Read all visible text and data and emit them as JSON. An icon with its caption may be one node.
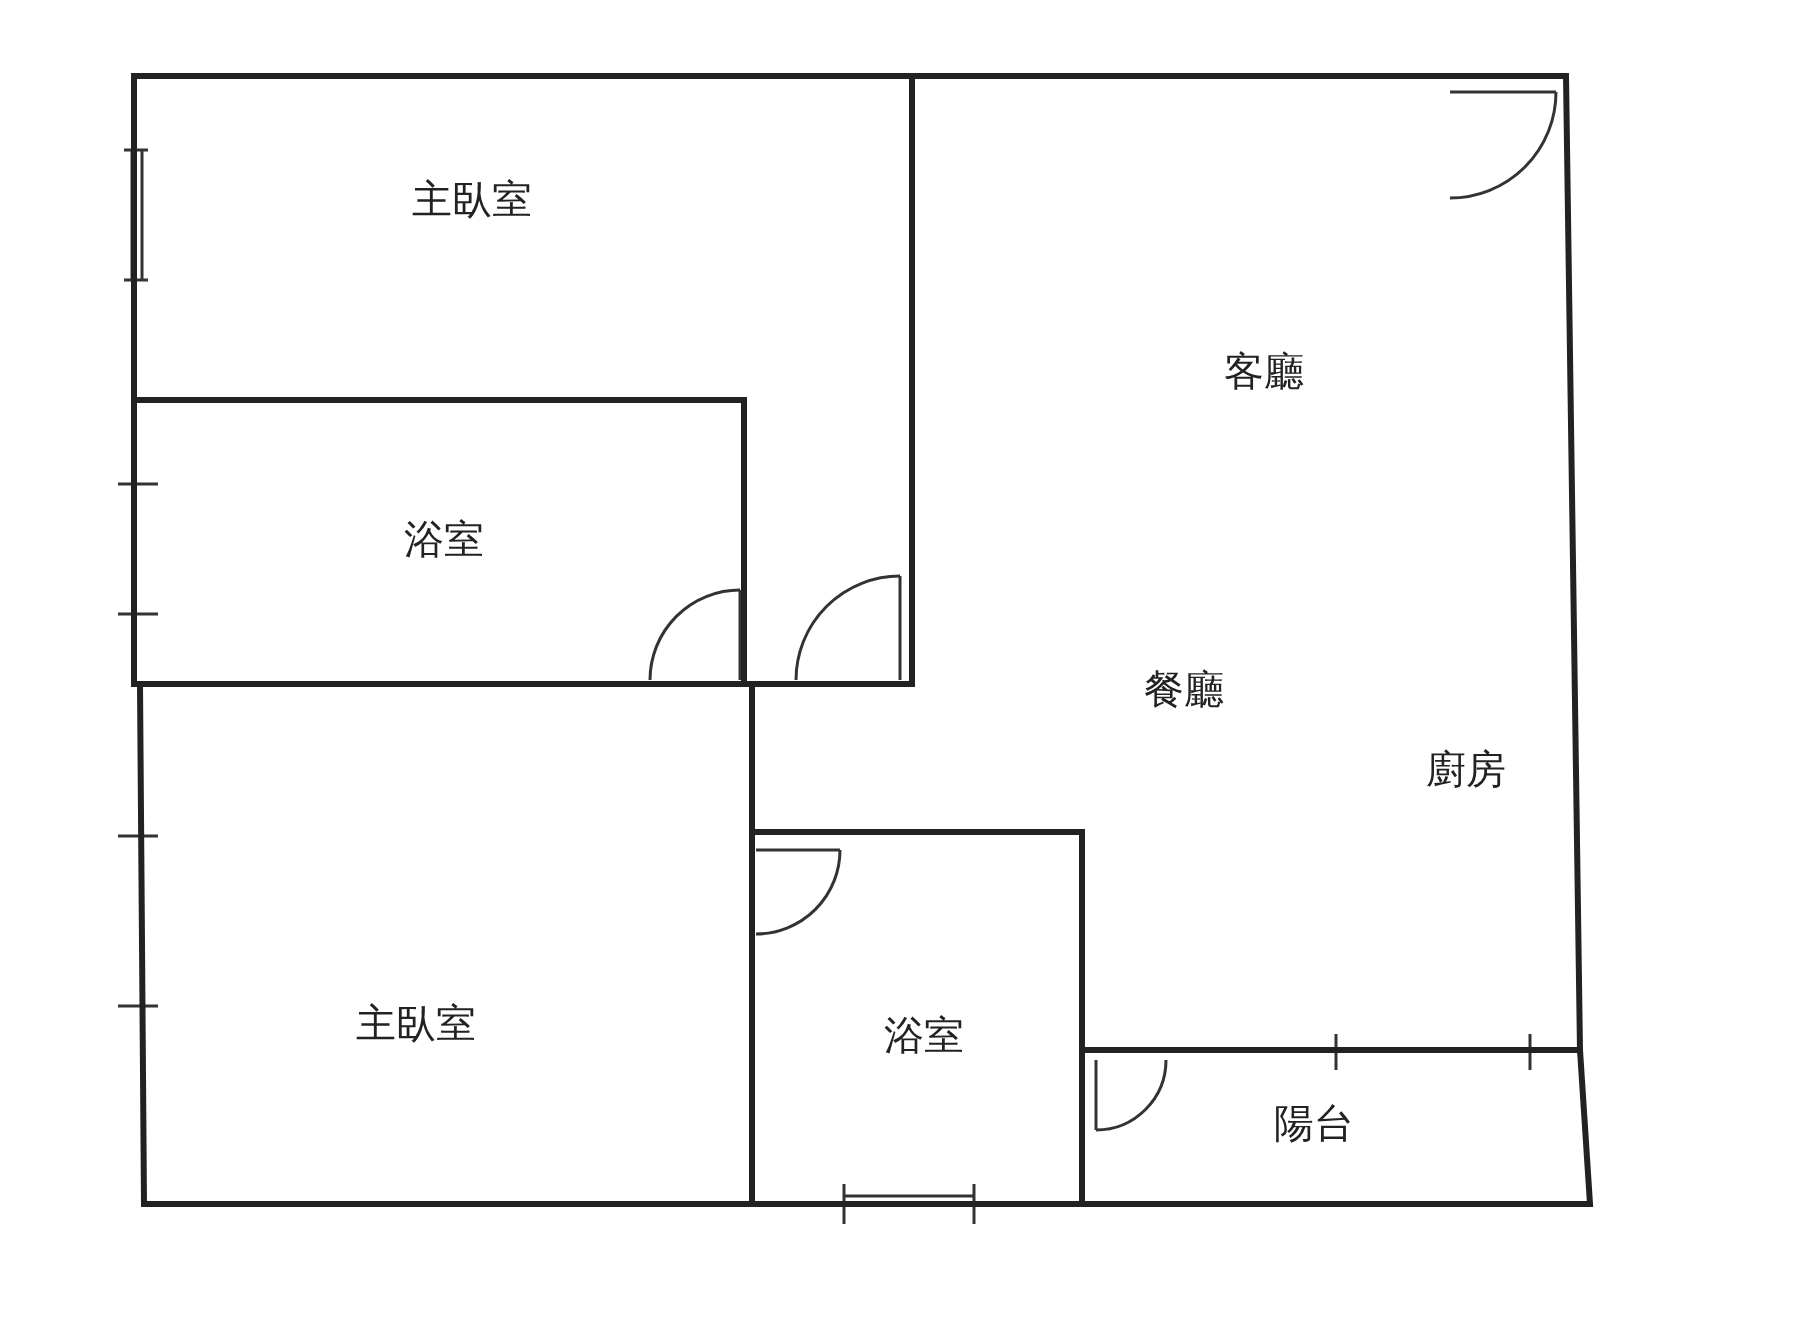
{
  "diagram": {
    "nodes": [
      {
        "text": [
          "主臥室"
        ]
      },
      {
        "text": [
          "浴室"
        ]
      },
      {
        "text": [
          "客廳",
          "餐廳",
          "廚房"
        ]
      },
      {
        "text": [
          "主臥室"
        ]
      },
      {
        "text": [
          "浴室"
        ]
      },
      {
        "text": [
          "陽台"
        ]
      }
    ],
    "edges": []
  }
}
